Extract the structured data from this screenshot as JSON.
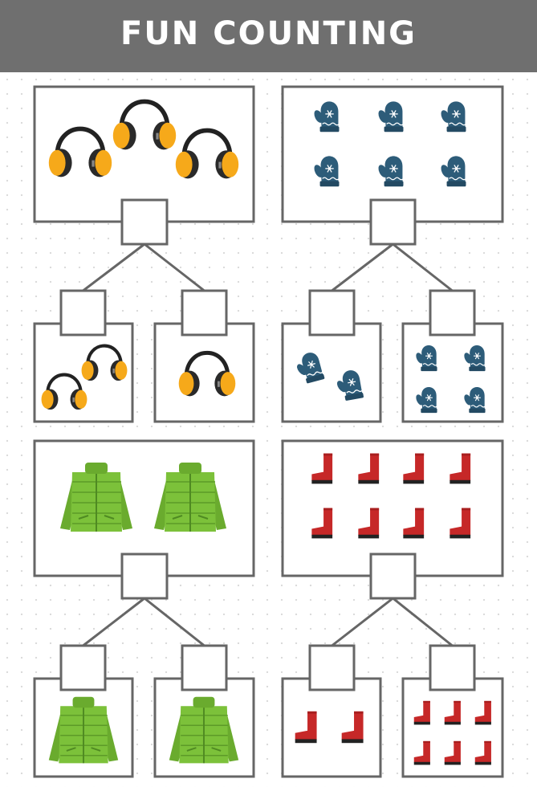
{
  "header": {
    "title": "FUN COUNTING",
    "background": "#6f6f6f",
    "text_color": "#ffffff"
  },
  "colors": {
    "box_border": "#666666",
    "earmuff_cup": "#f6a91a",
    "earmuff_band": "#222222",
    "mitten": "#2d5c79",
    "jacket": "#7cc13a",
    "boot": "#c62828"
  },
  "groups": [
    {
      "item": "earmuffs",
      "icon": "earmuffs-icon",
      "main_count": 3,
      "left_count": 2,
      "right_count": 1,
      "answers": {
        "main": "",
        "left": "",
        "right": ""
      }
    },
    {
      "item": "mittens",
      "icon": "mitten-icon",
      "main_count": 6,
      "left_count": 2,
      "right_count": 4,
      "answers": {
        "main": "",
        "left": "",
        "right": ""
      }
    },
    {
      "item": "jackets",
      "icon": "jacket-icon",
      "main_count": 2,
      "left_count": 1,
      "right_count": 1,
      "answers": {
        "main": "",
        "left": "",
        "right": ""
      }
    },
    {
      "item": "boots",
      "icon": "boot-icon",
      "main_count": 8,
      "left_count": 2,
      "right_count": 6,
      "answers": {
        "main": "",
        "left": "",
        "right": ""
      }
    }
  ]
}
